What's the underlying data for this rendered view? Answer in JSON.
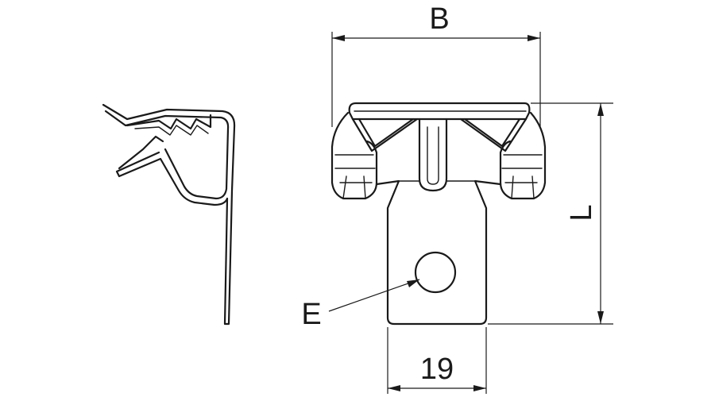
{
  "diagram": {
    "dimensions": {
      "width_label": "B",
      "length_label": "L",
      "hole_label": "E",
      "base_width_label": "19"
    },
    "views": [
      "side-view",
      "front-view"
    ]
  }
}
